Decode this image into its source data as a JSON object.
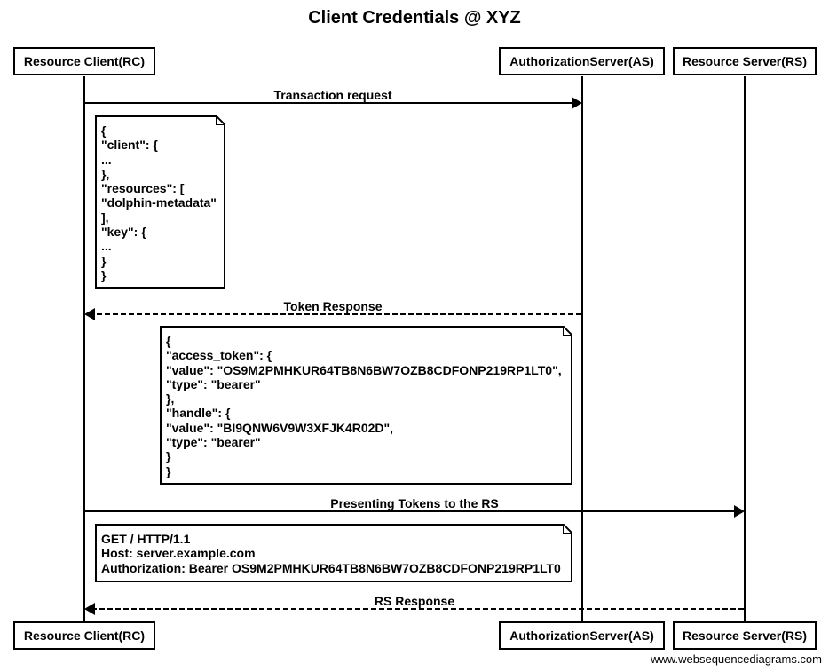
{
  "title": "Client Credentials @ XYZ",
  "actors": {
    "rc": "Resource Client(RC)",
    "as": "AuthorizationServer(AS)",
    "rs": "Resource Server(RS)"
  },
  "messages": [
    {
      "from": "rc",
      "to": "as",
      "label": "Transaction request",
      "style": "solid"
    },
    {
      "from": "as",
      "to": "rc",
      "label": "Token Response",
      "style": "dashed"
    },
    {
      "from": "rc",
      "to": "rs",
      "label": "Presenting Tokens to the RS",
      "style": "solid"
    },
    {
      "from": "rs",
      "to": "rc",
      "label": "RS Response",
      "style": "dashed"
    }
  ],
  "notes": {
    "transaction_request": [
      "{",
      "\"client\": {",
      "...",
      "},",
      "\"resources\": [",
      "\"dolphin-metadata\"",
      "],",
      "\"key\": {",
      "...",
      "}",
      "}"
    ],
    "token_response": [
      "{",
      "\"access_token\": {",
      "\"value\": \"OS9M2PMHKUR64TB8N6BW7OZB8CDFONP219RP1LT0\",",
      "\"type\": \"bearer\"",
      "},",
      "\"handle\": {",
      "\"value\": \"BI9QNW6V9W3XFJK4R02D\",",
      "\"type\": \"bearer\"",
      "}",
      "}"
    ],
    "rs_request": [
      "GET / HTTP/1.1",
      "Host: server.example.com",
      "Authorization: Bearer OS9M2PMHKUR64TB8N6BW7OZB8CDFONP219RP1LT0"
    ]
  },
  "footer": "www.websequencediagrams.com"
}
